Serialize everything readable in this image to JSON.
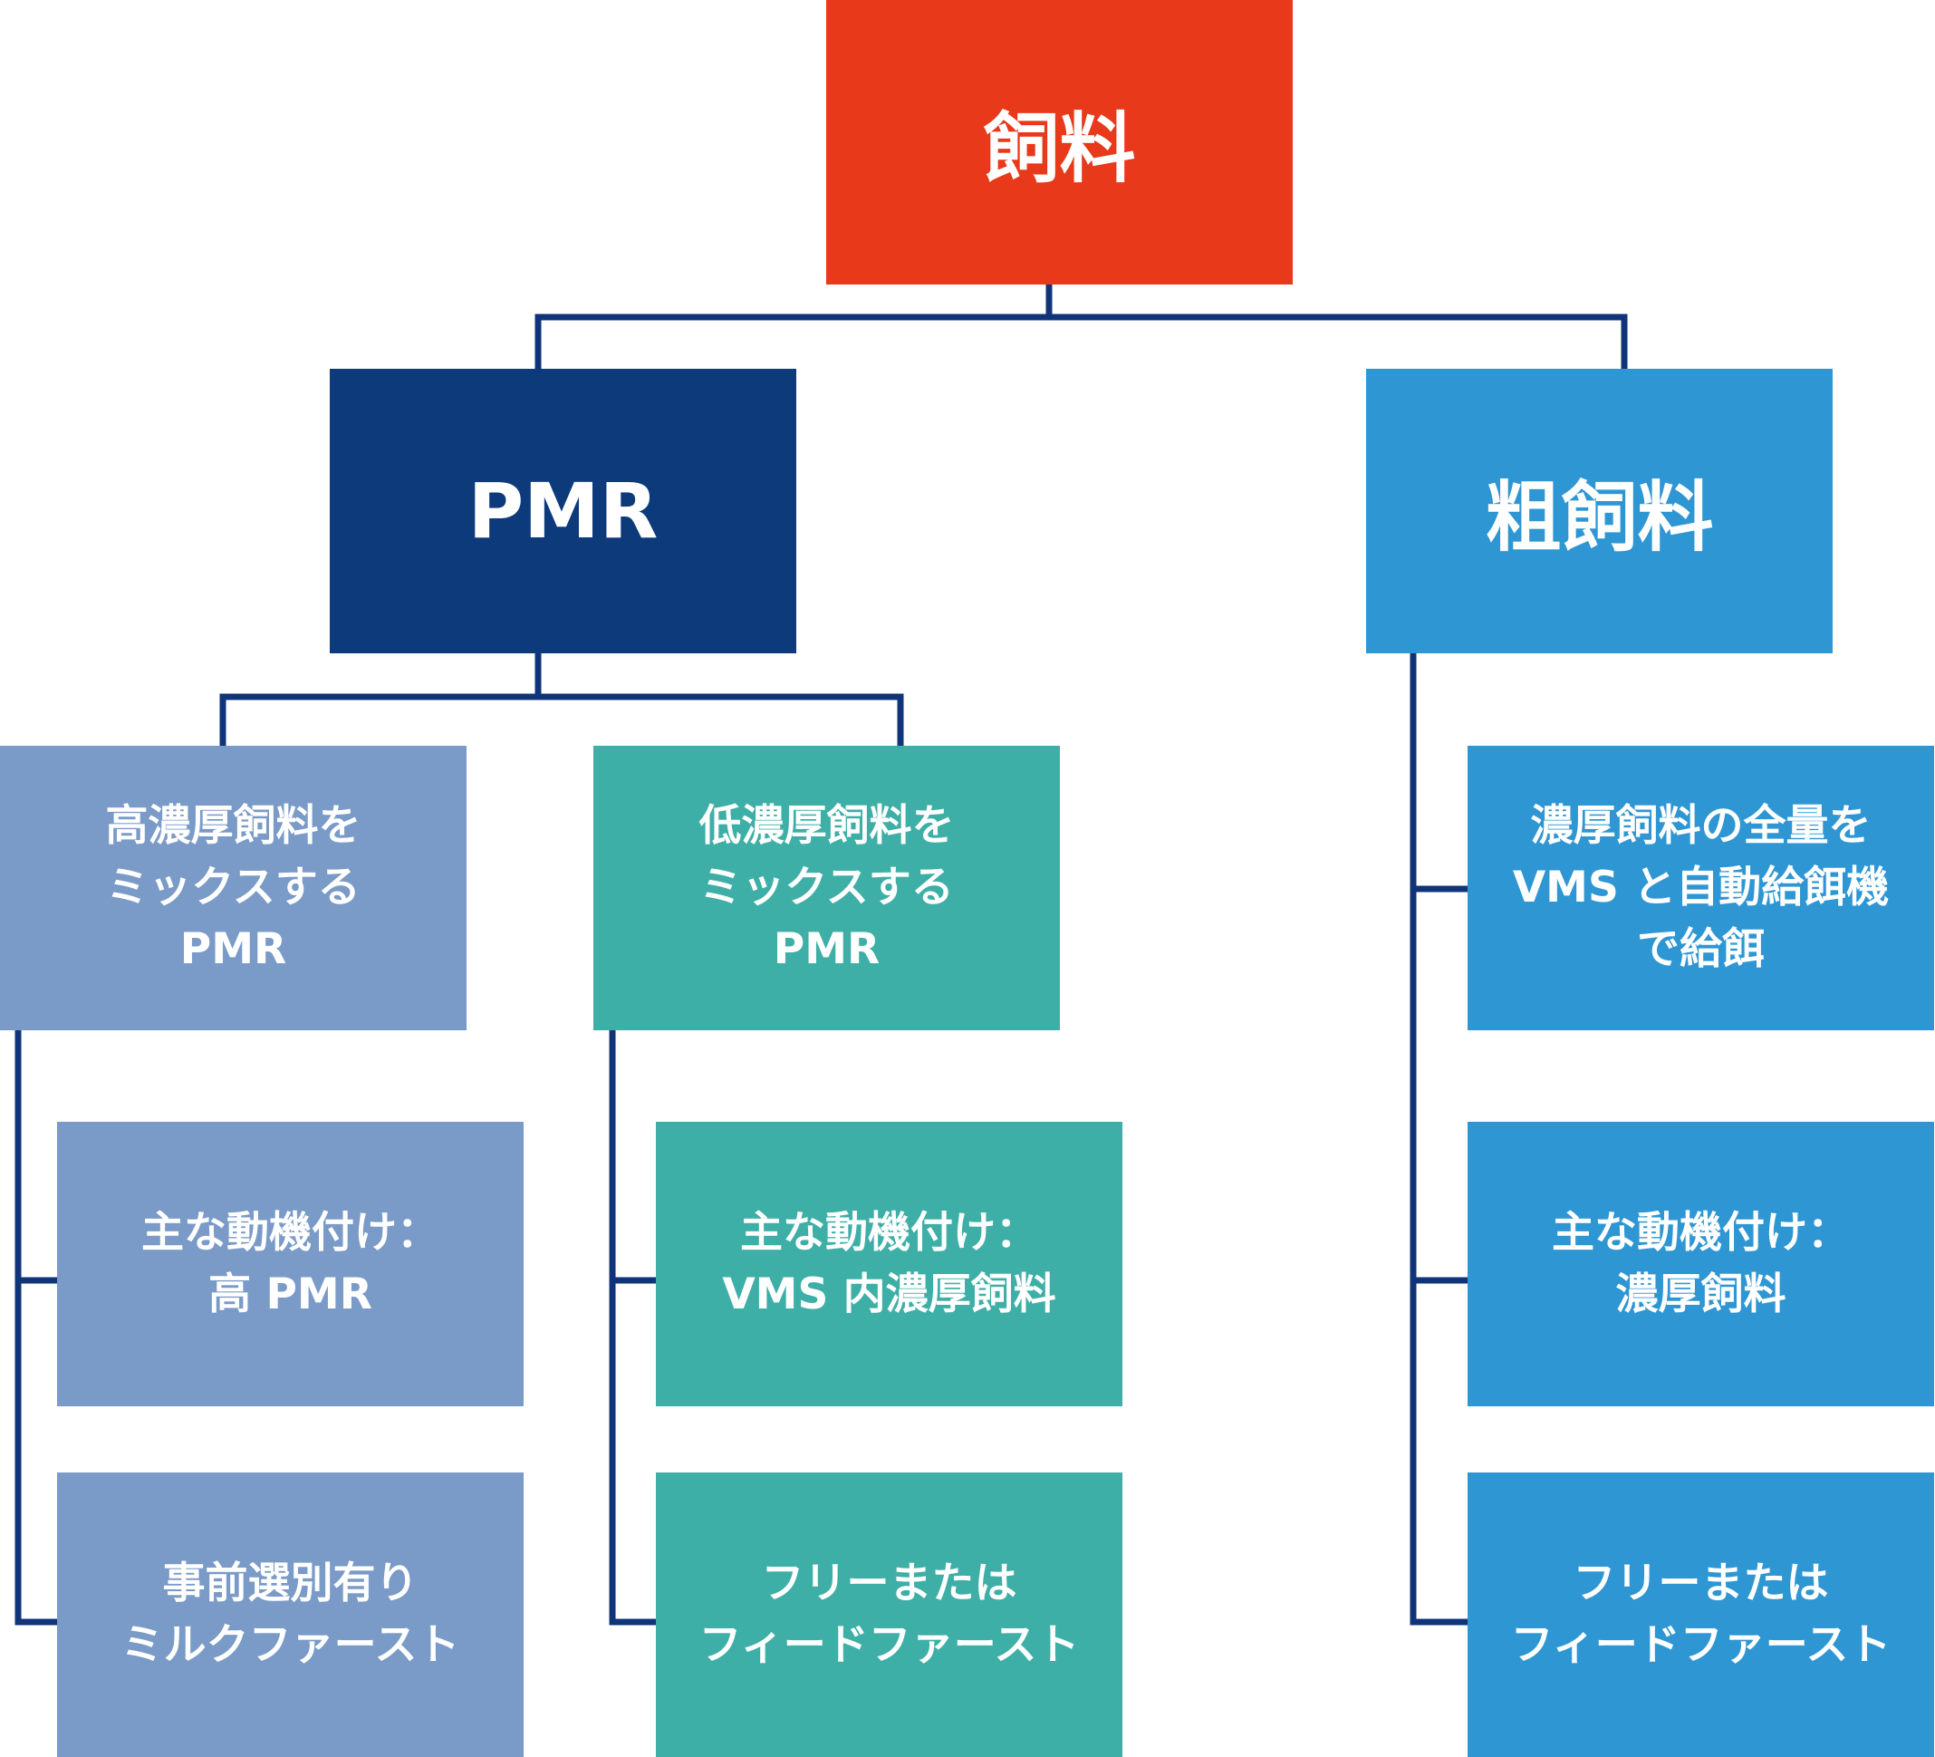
{
  "root": {
    "label": "飼料"
  },
  "pmr": {
    "label": "PMR",
    "high": {
      "label": "高濃厚飼料を\nミックスする\nPMR",
      "motivation": "主な動機付け：\n高 PMR",
      "traffic": "事前選別有り\nミルクファースト"
    },
    "low": {
      "label": "低濃厚飼料を\nミックスする\nPMR",
      "motivation": "主な動機付け：\nVMS 内濃厚飼料",
      "traffic": "フリーまたは\nフィードファースト"
    }
  },
  "roughage": {
    "label": "粗飼料",
    "all": {
      "label": "濃厚飼料の全量を\nVMS と自動給餌機\nで給餌",
      "motivation": "主な動機付け：\n濃厚飼料",
      "traffic": "フリーまたは\nフィードファースト"
    }
  },
  "colors": {
    "root": "#e8391a",
    "pmr": "#0d3a7b",
    "roughage": "#2e96d3",
    "high_branch": "#7a9ac7",
    "low_branch": "#3eafa6",
    "all_branch": "#2e96d3",
    "connector": "#0f3479"
  }
}
